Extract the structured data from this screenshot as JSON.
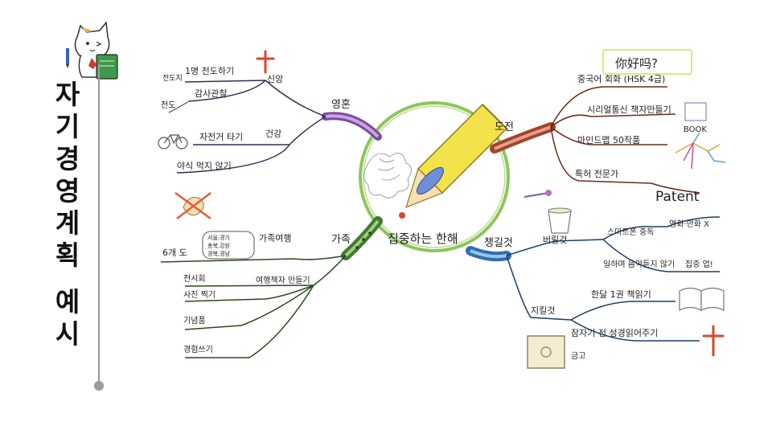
{
  "slide": {
    "title_chars": [
      "자",
      "기",
      "경",
      "영",
      "계",
      "획",
      "예",
      "시"
    ]
  },
  "mindmap": {
    "center": "집중하는 한해",
    "branches": {
      "soul": {
        "label": "영혼",
        "faith": {
          "label": "신앙",
          "items": [
            "1명 전도하기",
            "감사관찰"
          ],
          "side_note_1": "전도지",
          "side_note_2": "전도"
        },
        "health": {
          "label": "건강",
          "items": [
            "자전거 타기",
            "야식 먹지 않기"
          ]
        }
      },
      "challenge": {
        "label": "도전",
        "items": [
          "중국어 회화 (HSK 4급)",
          "시리얼통신 책자만들기",
          "마인드맵 50작품",
          "특허 전문가"
        ],
        "note_chinese": "你好吗?",
        "note_book": "BOOK",
        "note_patent": "Patent"
      },
      "family": {
        "label": "가족",
        "trip": {
          "label": "가족여행",
          "prefix": "6개 도",
          "bubble": [
            "서울,경기",
            "충북,강원",
            "경북,경남"
          ]
        },
        "book": {
          "label": "여행책자 만들기",
          "items": [
            "전시회",
            "사진 찍기",
            "기념품",
            "경험쓰기"
          ]
        }
      },
      "habits": {
        "label": "챙길것",
        "discard": {
          "label": "버릴것",
          "items": [
            "스마트폰 중독",
            "일하며 음악듣지 않기"
          ],
          "notes": [
            "영화·만화 X",
            "집중 업!"
          ]
        },
        "keep": {
          "label": "지킬것",
          "items": [
            "한달 1권 책읽기",
            "잠자기 전 성경읽어주기"
          ],
          "note_safe": "금고"
        }
      }
    }
  },
  "colors": {
    "soul": "#7b4a9e",
    "challenge": "#a5432b",
    "family": "#3f7a2f",
    "habits": "#2f6fb2",
    "center_ring": "#7fc24a",
    "pencil_yellow": "#f3e24a",
    "pencil_tip": "#6e8fd8",
    "red_cross": "#d9482e",
    "title_line": "#9a9a9a"
  },
  "icons": [
    "cat-icon",
    "pencil-icon",
    "cross-icon",
    "bicycle-icon",
    "book-icon",
    "tree-icon",
    "bucket-icon",
    "open-book-icon",
    "safe-icon",
    "chicken-icon",
    "flower-icon"
  ]
}
